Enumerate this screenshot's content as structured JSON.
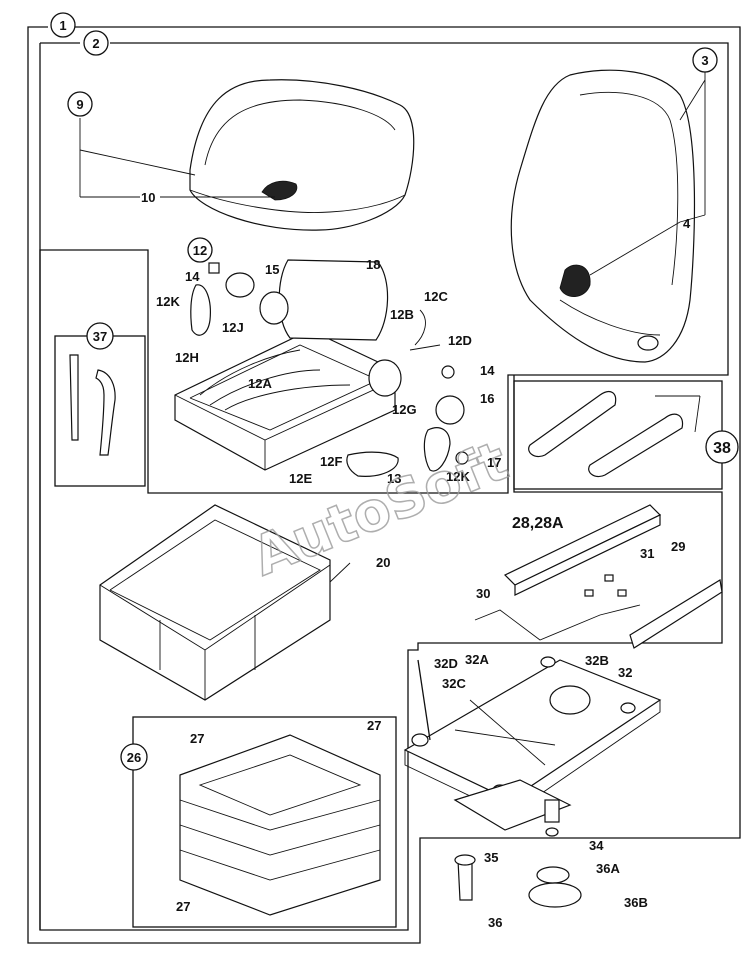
{
  "watermark": "AutoSoft",
  "callouts": {
    "c1": "1",
    "c2": "2",
    "c3": "3",
    "c9": "9",
    "c12": "12",
    "c26": "26",
    "c37": "37",
    "c38": "38"
  },
  "labels": {
    "l4": "4",
    "l10": "10",
    "l14a": "14",
    "l15": "15",
    "l18": "18",
    "l12c": "12C",
    "l12k_top": "12K",
    "l12j": "12J",
    "l12b": "12B",
    "l12d": "12D",
    "l12h": "12H",
    "l14b": "14",
    "l12a": "12A",
    "l16": "16",
    "l12g": "12G",
    "l12f": "12F",
    "l12e": "12E",
    "l13": "13",
    "l12k_bottom": "12K",
    "l17": "17",
    "l20": "20",
    "l28": "28,28A",
    "l31": "31",
    "l29": "29",
    "l30": "30",
    "l32d": "32D",
    "l32a": "32A",
    "l32b": "32B",
    "l32": "32",
    "l32c": "32C",
    "l27a": "27",
    "l27b": "27",
    "l27c": "27",
    "l34": "34",
    "l35": "35",
    "l36a": "36A",
    "l36b": "36B",
    "l36": "36"
  }
}
